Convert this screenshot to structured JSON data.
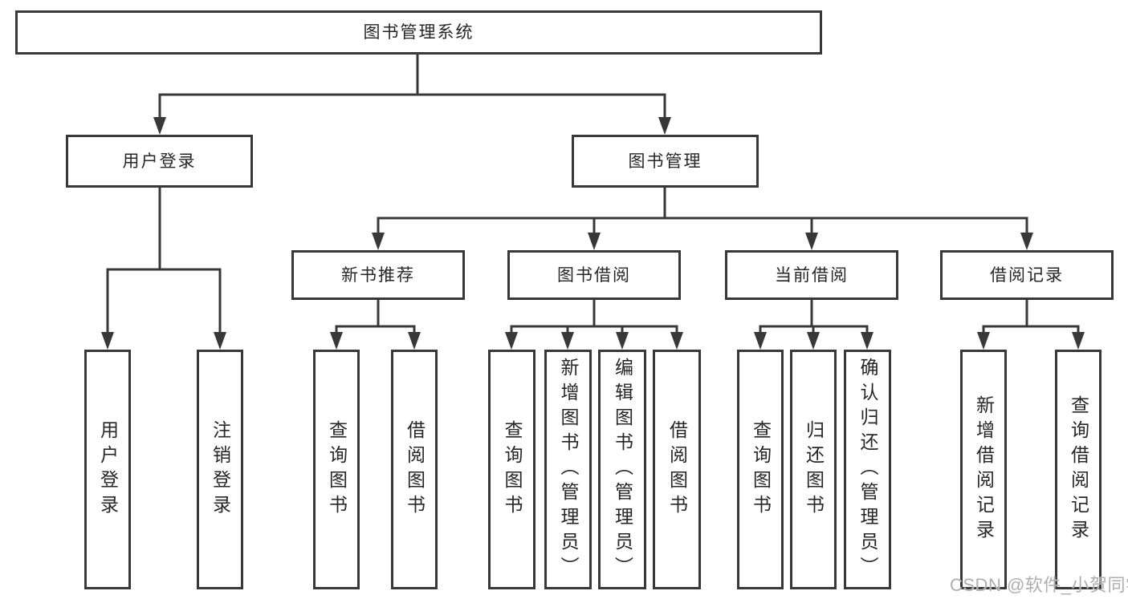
{
  "diagram": {
    "watermark": "CSDN @软件_小贺同学",
    "colors": {
      "line": "#383838",
      "box_border": "#383838",
      "text": "#262626",
      "background": "#ffffff",
      "watermark": "#aeaeae"
    }
  },
  "tree": {
    "label": "图书管理系统",
    "children": [
      {
        "label": "用户登录",
        "children": [
          {
            "label": "用户登录"
          },
          {
            "label": "注销登录"
          }
        ]
      },
      {
        "label": "图书管理",
        "children": [
          {
            "label": "新书推荐",
            "children": [
              {
                "label": "查询图书"
              },
              {
                "label": "借阅图书"
              }
            ]
          },
          {
            "label": "图书借阅",
            "children": [
              {
                "label": "查询图书"
              },
              {
                "label": "新增图书（管理员）"
              },
              {
                "label": "编辑图书（管理员）"
              },
              {
                "label": "借阅图书"
              }
            ]
          },
          {
            "label": "当前借阅",
            "children": [
              {
                "label": "查询图书"
              },
              {
                "label": "归还图书"
              },
              {
                "label": "确认归还（管理员）"
              }
            ]
          },
          {
            "label": "借阅记录",
            "children": [
              {
                "label": "新增借阅记录"
              },
              {
                "label": "查询借阅记录"
              }
            ]
          }
        ]
      }
    ]
  }
}
